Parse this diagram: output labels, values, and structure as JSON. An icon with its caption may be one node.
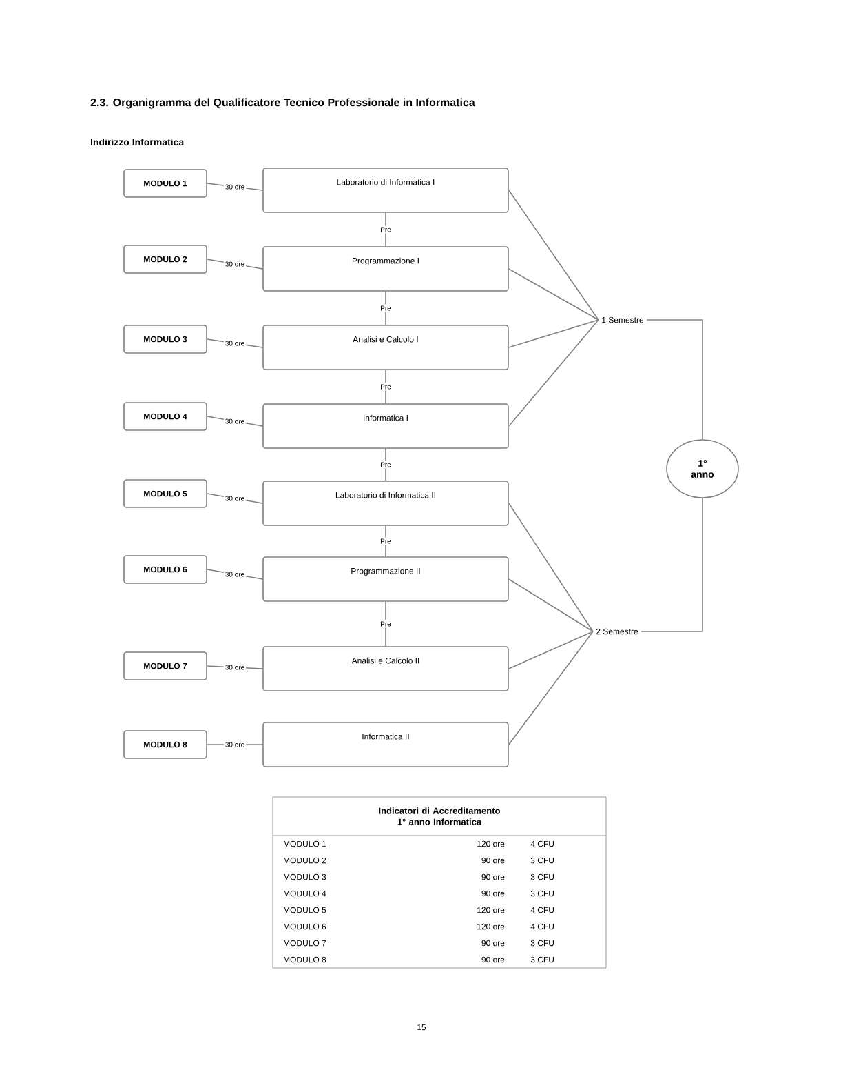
{
  "diagram": {
    "title": "2.3. Organigramma del Qualificatore Tecnico Professionale in Informatica",
    "nodes": [
      {
        "text": [
          "MODULO 1"
        ]
      },
      {
        "text": [
          "MODULO 2"
        ]
      },
      {
        "text": [
          "MODULO 3"
        ]
      },
      {
        "text": [
          "MODULO 4"
        ]
      },
      {
        "text": [
          "MODULO 5"
        ]
      },
      {
        "text": [
          "MODULO 6"
        ]
      },
      {
        "text": [
          "MODULO 7"
        ]
      },
      {
        "text": [
          "MODULO 8"
        ]
      },
      {
        "text": [
          "Laboratorio di Informatica I"
        ]
      },
      {
        "text": [
          "Programmazione I"
        ]
      },
      {
        "text": [
          "Analisi e Calcolo I"
        ]
      },
      {
        "text": [
          "Informatica I"
        ]
      },
      {
        "text": [
          "Laboratorio di Informatica II"
        ]
      },
      {
        "text": [
          "Programmazione II"
        ]
      },
      {
        "text": [
          "Analisi e Calcolo II"
        ]
      },
      {
        "text": [
          "Informatica II"
        ]
      },
      {
        "text": [
          "1 Semestre"
        ]
      },
      {
        "text": [
          "2 Semestre"
        ]
      },
      {
        "text": [
          "1° anno"
        ]
      }
    ],
    "edges": [
      {
        "from": 0,
        "to": 8,
        "arrow": "none",
        "label": "30 ore"
      },
      {
        "from": 1,
        "to": 9,
        "arrow": "none",
        "label": "30 ore"
      },
      {
        "from": 2,
        "to": 10,
        "arrow": "none",
        "label": "30 ore"
      },
      {
        "from": 3,
        "to": 11,
        "arrow": "none",
        "label": "30 ore"
      },
      {
        "from": 4,
        "to": 12,
        "arrow": "none",
        "label": "30 ore"
      },
      {
        "from": 5,
        "to": 13,
        "arrow": "none",
        "label": "30 ore"
      },
      {
        "from": 6,
        "to": 14,
        "arrow": "none",
        "label": "30 ore"
      },
      {
        "from": 7,
        "to": 15,
        "arrow": "none",
        "label": "30 ore"
      },
      {
        "from": 8,
        "to": 9,
        "arrow": "none",
        "label": "Pre"
      },
      {
        "from": 9,
        "to": 10,
        "arrow": "none",
        "label": "Pre"
      },
      {
        "from": 10,
        "to": 11,
        "arrow": "none",
        "label": "Pre"
      },
      {
        "from": 11,
        "to": 12,
        "arrow": "none",
        "label": "Pre"
      },
      {
        "from": 12,
        "to": 13,
        "arrow": "none",
        "label": "Pre"
      },
      {
        "from": 13,
        "to": 14,
        "arrow": "none",
        "label": "Pre"
      },
      {
        "from": 8,
        "to": 16,
        "arrow": "none"
      },
      {
        "from": 9,
        "to": 16,
        "arrow": "none"
      },
      {
        "from": 10,
        "to": 16,
        "arrow": "none"
      },
      {
        "from": 11,
        "to": 16,
        "arrow": "none"
      },
      {
        "from": 12,
        "to": 17,
        "arrow": "none"
      },
      {
        "from": 13,
        "to": 17,
        "arrow": "none"
      },
      {
        "from": 14,
        "to": 17,
        "arrow": "none"
      },
      {
        "from": 15,
        "to": 17,
        "arrow": "none"
      },
      {
        "from": 16,
        "to": 18,
        "arrow": "none"
      },
      {
        "from": 17,
        "to": 18,
        "arrow": "none"
      }
    ],
    "labels": [
      "Indirizzo Informatica",
      "Indicatori di Accreditamento 1° anno Informatica",
      "MODULO 1",
      "120 ore",
      "4 CFU",
      "MODULO 2",
      "90 ore",
      "3 CFU",
      "MODULO 3",
      "90 ore",
      "3 CFU",
      "MODULO 4",
      "90 ore",
      "3 CFU",
      "MODULO 5",
      "120 ore",
      "4 CFU",
      "MODULO 6",
      "120 ore",
      "4 CFU",
      "MODULO 7",
      "90 ore",
      "3 CFU",
      "MODULO 8",
      "90 ore",
      "3 CFU",
      "15"
    ]
  }
}
